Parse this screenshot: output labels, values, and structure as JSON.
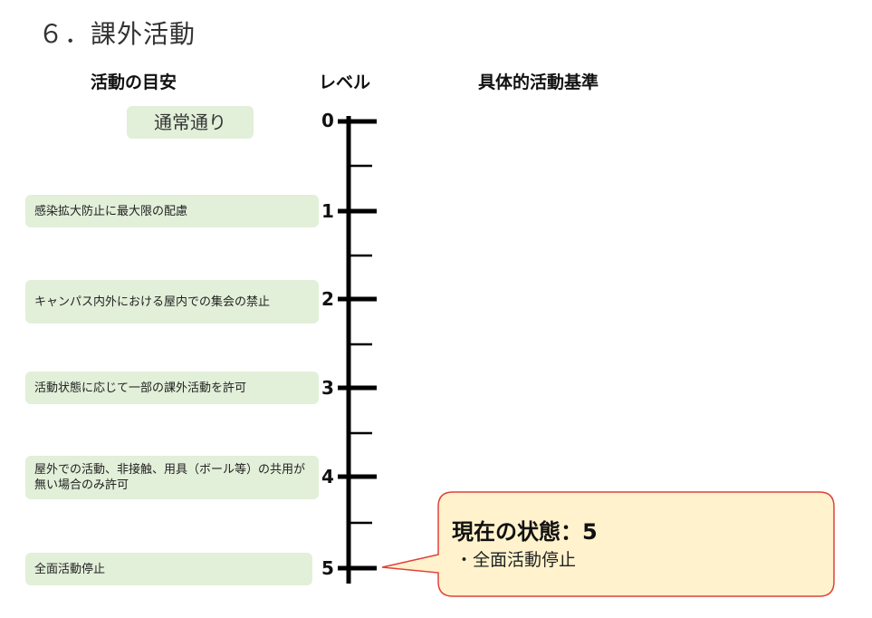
{
  "page_title": "６．課外活動",
  "headers": {
    "guide": "活動の目安",
    "level": "レベル",
    "criteria": "具体的活動基準"
  },
  "levels": [
    {
      "number": "0",
      "guide": "通常通り"
    },
    {
      "number": "1",
      "guide": "感染拡大防止に最大限の配慮"
    },
    {
      "number": "2",
      "guide": "キャンパス内外における屋内での集会の禁止"
    },
    {
      "number": "3",
      "guide": "活動状態に応じて一部の課外活動を許可"
    },
    {
      "number": "4",
      "guide": "屋外での活動、非接触、用具（ボール等）の共用が無い場合のみ許可"
    },
    {
      "number": "5",
      "guide": "全面活動停止"
    }
  ],
  "current_status": {
    "title": "現在の状態：5",
    "detail": "・全面活動停止",
    "level": 5
  },
  "colors": {
    "guide_box": "#e2efd9",
    "callout_fill": "#fff2cc",
    "callout_border": "#e0413a",
    "axis": "#000000"
  }
}
